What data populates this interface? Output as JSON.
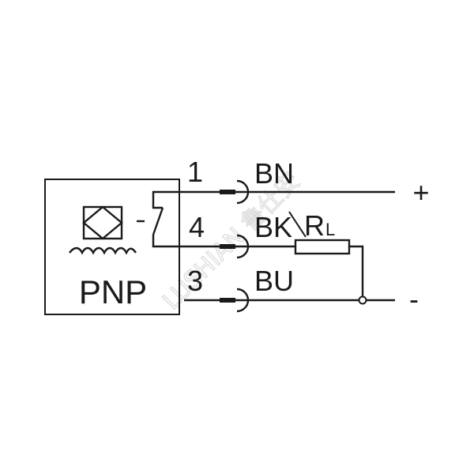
{
  "sensor": {
    "type_label": "PNP"
  },
  "wires": [
    {
      "pin": "1",
      "color": "BN"
    },
    {
      "pin": "4",
      "color": "BK"
    },
    {
      "pin": "3",
      "color": "BU"
    }
  ],
  "load": {
    "label": "R",
    "subscript": "L"
  },
  "supply": {
    "positive": "+",
    "negative": "-"
  },
  "watermark": {
    "text": "LUSHIAN 鲁仕安"
  }
}
